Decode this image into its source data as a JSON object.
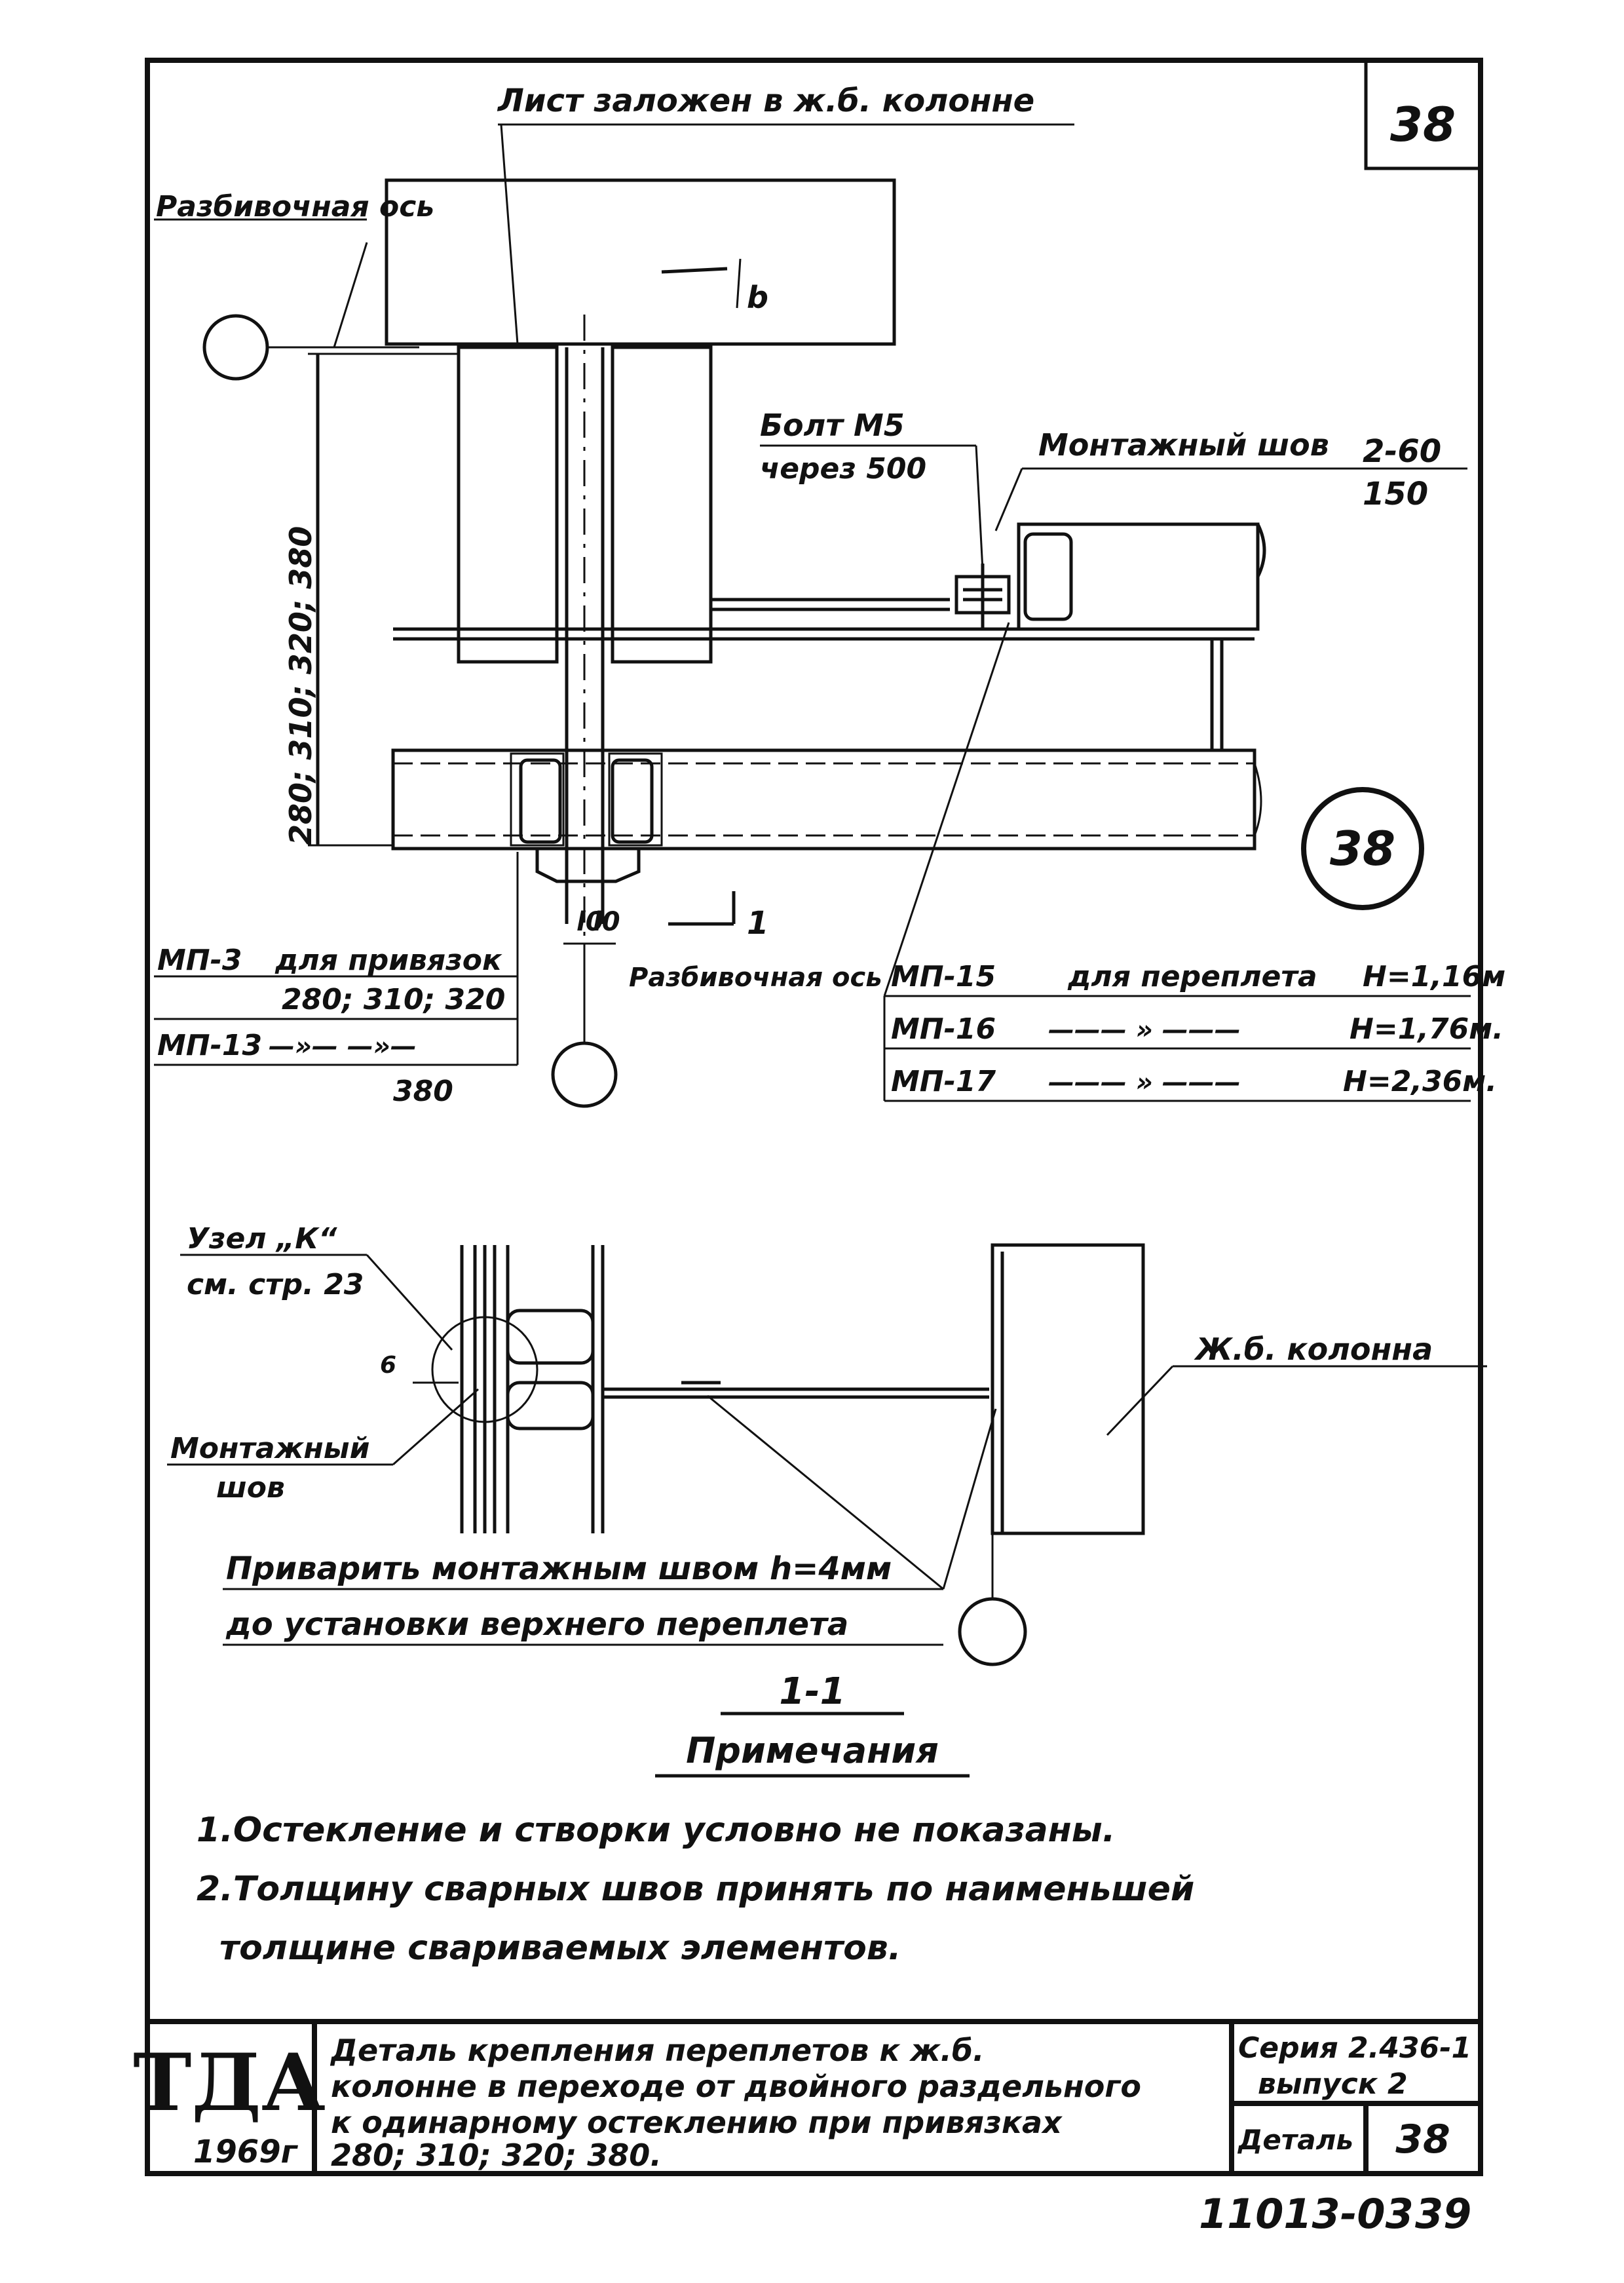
{
  "sheet_number": "38",
  "top_detail": {
    "embedded_plate_note": "Лист заложен в ж.б. колонне",
    "grid_axis_left": "Разбивочная ось",
    "grid_axis_bottom": "Разбивочная ось",
    "section_mark": "1",
    "dim_b": "b",
    "dim_left": "280; 310; 320; 380",
    "dim_l0_a": "l0",
    "dim_l0_b": "l0",
    "bolt_label": "Болт М5",
    "bolt_pitch": "через 500",
    "weld_label": "Монтажный шов",
    "weld_size": "2-60",
    "weld_pitch": "150",
    "circle_mark": "38",
    "mp_left": [
      {
        "mark": "МП-3",
        "text": "для привязок",
        "values": "280; 310; 320"
      },
      {
        "mark": "МП-13",
        "text": "—»—  —»—",
        "values": "380"
      }
    ],
    "mp_right": [
      {
        "mark": "МП-15",
        "text": "для переплета",
        "height": "Н=1,16м"
      },
      {
        "mark": "МП-16",
        "text": "——— » ———",
        "height": "Н=1,76м."
      },
      {
        "mark": "МП-17",
        "text": "——— » ———",
        "height": "Н=2,36м."
      }
    ]
  },
  "section_detail": {
    "node_label": "Узел „К“",
    "node_ref": "см. стр. 23",
    "weld_label_line1": "Монтажный",
    "weld_label_line2": "шов",
    "column_label": "Ж.б. колонна",
    "instruction_line1": "Приварить монтажным швом h=4мм",
    "instruction_line2": "до установки верхнего переплета",
    "dim_small": "6",
    "section_title": "1-1"
  },
  "notes": {
    "title": "Примечания",
    "items": [
      "1.Остекление и створки условно не показаны.",
      "2.Толщину сварных швов принять по наименьшей",
      "толщине свариваемых элементов."
    ]
  },
  "title_block": {
    "org": "ТДА",
    "year": "1969г",
    "title_lines": [
      "Деталь крепления переплетов к ж.б.",
      "колонне в переходе от двойного раздельного",
      "к одинарному остеклению при привязках",
      "280; 310; 320; 380."
    ],
    "series_line1": "Серия 2.436-1",
    "series_line2": "выпуск 2",
    "detail_label": "Деталь",
    "detail_number": "38"
  },
  "footer": {
    "code": "11013-03",
    "page": "39"
  }
}
